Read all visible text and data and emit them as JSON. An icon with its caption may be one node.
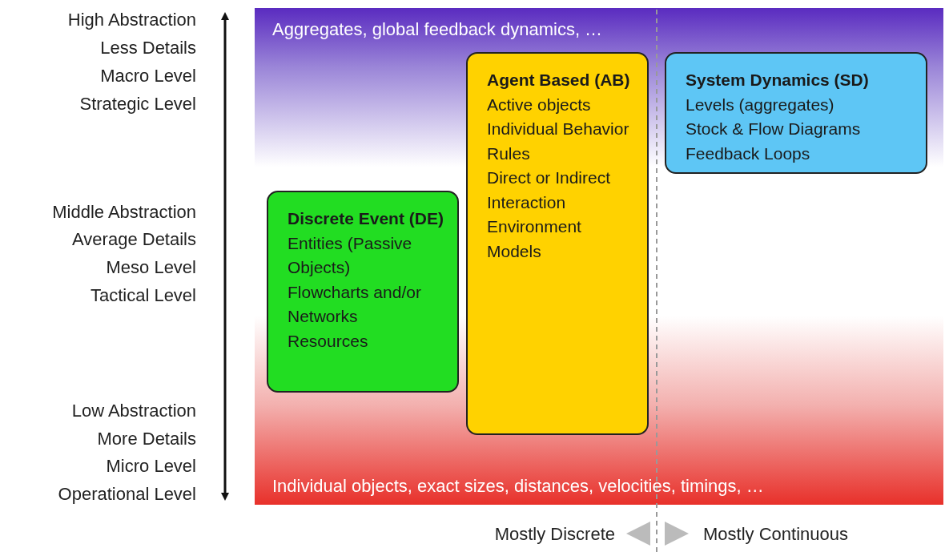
{
  "diagram": {
    "nodes": [
      {
        "text": [
          "Discrete Event (DE)",
          "Entities (Passive Objects)",
          "Flowcharts and/or Networks",
          "Resources"
        ]
      },
      {
        "text": [
          "Agent Based (AB)",
          "Active objects",
          "Individual Behavior Rules",
          "Direct or Indirect Interaction",
          "Environment Models"
        ]
      },
      {
        "text": [
          "System Dynamics (SD)",
          "Levels (aggregates)",
          "Stock & Flow Diagrams",
          "Feedback Loops"
        ]
      }
    ],
    "edges": [],
    "labels": [
      "High Abstraction",
      "Less Details",
      "Macro Level",
      "Strategic Level",
      "Aggregates, global feedback dynamics, …",
      "Middle Abstraction",
      "Average Details",
      "Meso Level",
      "Tactical Level",
      "Low Abstraction",
      "More Details",
      "Micro Level",
      "Operational Level",
      "Individual objects, exact sizes, distances, velocities, timings, …",
      "Mostly Discrete",
      "Mostly Continuous"
    ]
  }
}
